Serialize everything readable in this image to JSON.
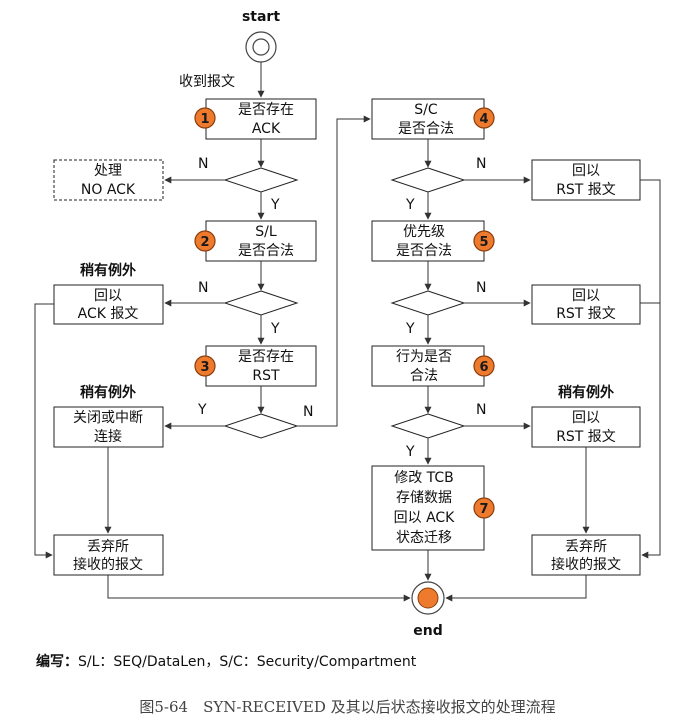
{
  "start_label": "start",
  "end_label": "end",
  "receive_label": "收到报文",
  "yes_label": "Y",
  "no_label": "N",
  "exception_label": "稍有例外",
  "steps": {
    "n1": "1",
    "n2": "2",
    "n3": "3",
    "n4": "4",
    "n5": "5",
    "n6": "6",
    "n7": "7"
  },
  "boxes": {
    "ack_exists": [
      "是否存在",
      "ACK"
    ],
    "no_ack": [
      "处理",
      "NO ACK"
    ],
    "sl_valid": [
      "S/L",
      "是否合法"
    ],
    "reply_ack": [
      "回以",
      "ACK 报文"
    ],
    "rst_exists": [
      "是否存在",
      "RST"
    ],
    "close_conn": [
      "关闭或中断",
      "连接"
    ],
    "discard_left": [
      "丢弃所",
      "接收的报文"
    ],
    "sc_valid": [
      "S/C",
      "是否合法"
    ],
    "rst_reply_1": [
      "回以",
      "RST 报文"
    ],
    "priority_valid": [
      "优先级",
      "是否合法"
    ],
    "rst_reply_2": [
      "回以",
      "RST 报文"
    ],
    "behavior_valid": [
      "行为是否",
      "合法"
    ],
    "rst_reply_3": [
      "回以",
      "RST 报文"
    ],
    "modify_tcb": [
      "修改 TCB",
      "存储数据",
      "回以 ACK",
      "状态迁移"
    ],
    "discard_right": [
      "丢弃所",
      "接收的报文"
    ]
  },
  "legend": {
    "label": "编写：",
    "text": "S/L：SEQ/DataLen，S/C：Security/Compartment"
  },
  "caption": "图5-64　SYN-RECEIVED 及其以后状态接收报文的处理流程",
  "colors": {
    "step_fill": "#ee7a2e",
    "end_fill": "#ee7a2e",
    "line": "#333333"
  }
}
